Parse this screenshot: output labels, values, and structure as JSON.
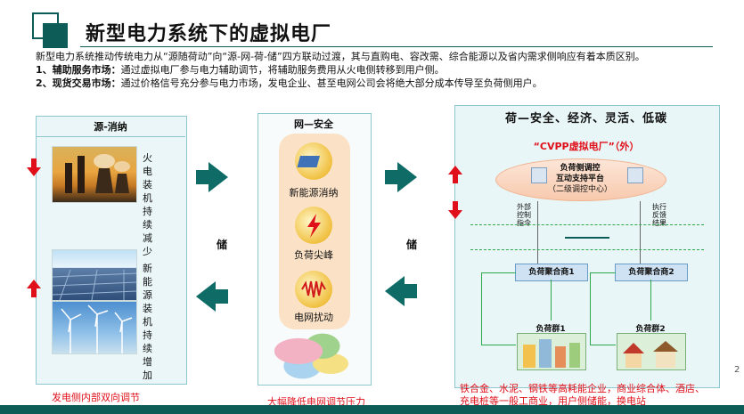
{
  "title": "新型电力系统下的虚拟电厂",
  "intro": {
    "line1": "新型电力系统推动传统电力从“源随荷动”向“源-网-荷-储”四方联动过渡，其与直购电、容改需、综合能源以及省内需求侧响应有着本质区别。",
    "item1_bold": "1、辅助服务市场：",
    "item1_text": "通过虚拟电厂参与电力辅助调节，将辅助服务费用从火电侧转移到用户侧。",
    "item2_bold": "2、现货交易市场：",
    "item2_text": "通过价格信号充分参与电力市场，发电企业、甚至电网公司会将绝大部分成本传导至负荷侧用户。"
  },
  "source_panel": {
    "header": "源-消纳",
    "thermal_text": "火电装机持续减少",
    "renewable_text": "新能源装机持续增加",
    "footer": "发电侧内部双向调节"
  },
  "grid_panel": {
    "header": "网—安全",
    "items": [
      {
        "label": "新能源消纳",
        "icon": "solar-panel-icon"
      },
      {
        "label": "负荷尖峰",
        "icon": "lightning-icon"
      },
      {
        "label": "电网扰动",
        "icon": "wave-icon"
      }
    ],
    "footer": "大幅降低电网调节压力"
  },
  "storage_left": "储",
  "storage_right": "储",
  "load_panel": {
    "header": "荷—安全、经济、灵活、低碳",
    "cvpp": "“CVPP虚拟电厂”（外）",
    "platform_line1": "负荷侧调控",
    "platform_line2": "互动支持平台",
    "platform_line3": "（二级调控中心）",
    "left_note": "外部控制指令",
    "right_note": "执行反馈结果",
    "aggregator1": "负荷聚合商1",
    "aggregator2": "负荷聚合商2",
    "group1": "负荷群1",
    "group2": "负荷群2",
    "footer_line1": "铁合金、水泥、钢铁等高耗能企业，商业综合体、酒店、",
    "footer_line2": "充电桩等一般工商业，用户侧储能，换电站"
  },
  "page_number": "2",
  "colors": {
    "brand": "#0d5c58",
    "accent_red": "#e0101a",
    "teal_arrow": "#0e6b66"
  }
}
